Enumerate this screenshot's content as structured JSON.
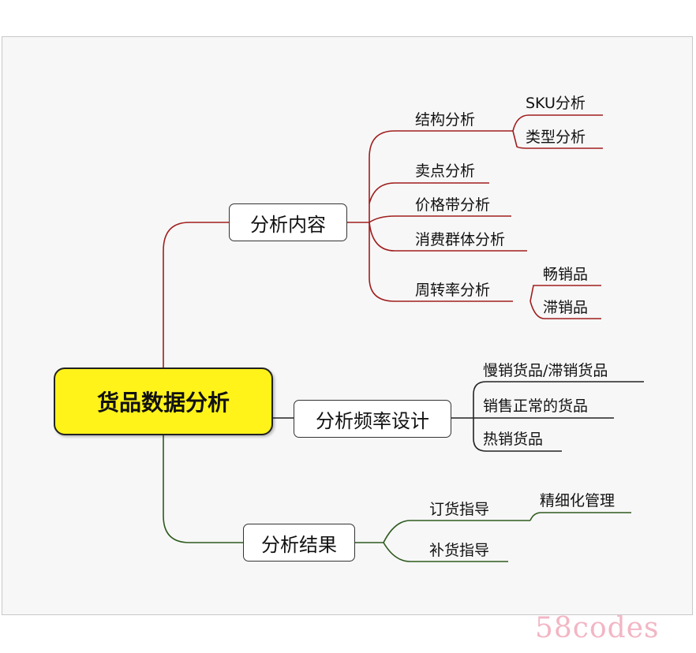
{
  "root": "货品数据分析",
  "branch_content": {
    "label": "分析内容",
    "children": [
      "结构分析",
      "卖点分析",
      "价格带分析",
      "消费群体分析",
      "周转率分析"
    ],
    "structure_children": [
      "SKU分析",
      "类型分析"
    ],
    "turnover_children": [
      "畅销品",
      "滞销品"
    ]
  },
  "branch_frequency": {
    "label": "分析频率设计",
    "children": [
      "慢销货品/滞销货品",
      "销售正常的货品",
      "热销货品"
    ]
  },
  "branch_result": {
    "label": "分析结果",
    "children": [
      "订货指导",
      "补货指导"
    ],
    "order_children": [
      "精细化管理"
    ]
  },
  "watermark": "58codes",
  "colors": {
    "branch_red": "#a01e1e",
    "branch_black": "#222222",
    "branch_green": "#2e5a1f",
    "root_fill": "#fff31a"
  }
}
